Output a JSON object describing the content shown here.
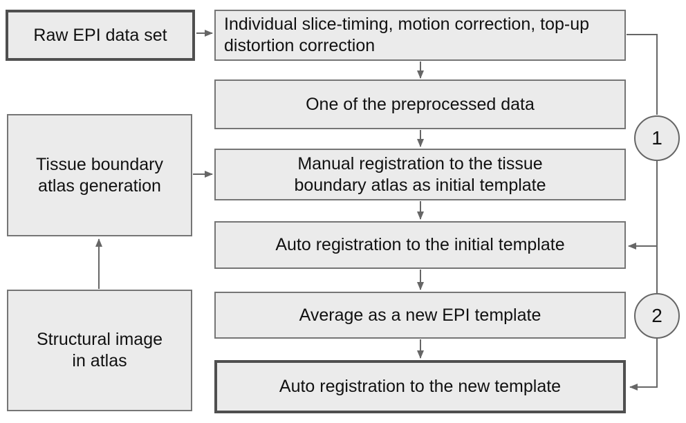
{
  "colors": {
    "canvas_bg": "#ffffff",
    "node_fill": "#ebebeb",
    "node_border": "#757575",
    "node_border_strong": "#4f4f4f",
    "connector": "#666666",
    "text": "#111111"
  },
  "nodes": {
    "raw_epi": "Raw EPI data set",
    "tissue_atlas": "Tissue boundary atlas generation",
    "structural_image": "Structural image in atlas",
    "preprocess": "Individual slice-timing, motion correction, top-up distortion correction",
    "one_preprocessed": "One of the preprocessed data",
    "manual_registration": "Manual registration to the tissue boundary atlas as initial template",
    "auto_registration_initial": "Auto registration to the initial template",
    "average_template": "Average as a new EPI template",
    "auto_registration_new": "Auto registration to the new template"
  },
  "badges": {
    "loop1": "1",
    "loop2": "2"
  }
}
